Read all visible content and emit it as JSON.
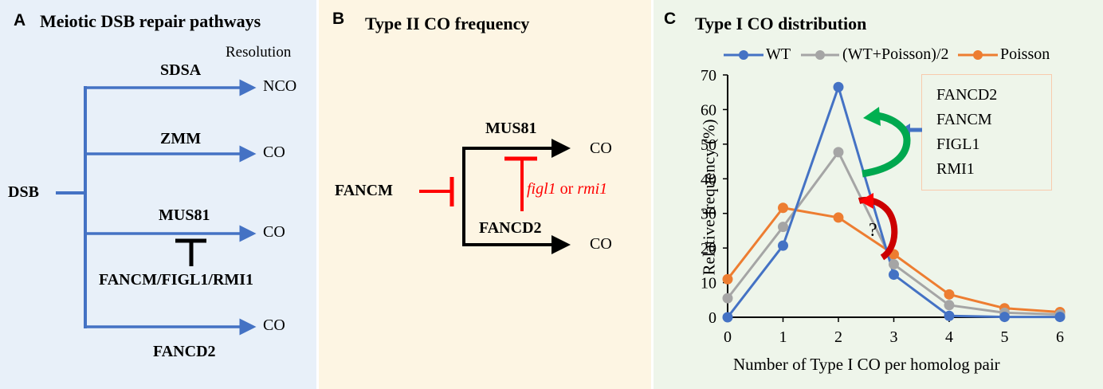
{
  "panel_a": {
    "letter": "A",
    "title": "Meiotic DSB repair pathways",
    "resolution_header": "Resolution",
    "origin": "DSB",
    "pathways": [
      {
        "name": "SDSA",
        "outcome": "NCO"
      },
      {
        "name": "ZMM",
        "outcome": "CO"
      },
      {
        "name": "MUS81",
        "outcome": "CO"
      },
      {
        "name": "FANCD2",
        "outcome": "CO"
      }
    ],
    "inhibitor": "FANCM/FIGL1/RMI1",
    "colors": {
      "arrow": "#4472c4",
      "inhibitor": "#000000"
    }
  },
  "panel_b": {
    "letter": "B",
    "title": "Type II CO frequency",
    "regulator": "FANCM",
    "upper_pathway": "MUS81",
    "lower_pathway": "FANCD2",
    "upper_outcome": "CO",
    "lower_outcome": "CO",
    "mutant_italic_1": "figl1",
    "mutant_connector": " or ",
    "mutant_italic_2": "rmi1",
    "colors": {
      "arrow": "#000000",
      "inhibitor": "#ff0000"
    }
  },
  "panel_c": {
    "letter": "C",
    "title": "Type I CO distribution",
    "factor_box": [
      "FANCD2",
      "FANCM",
      "FIGL1",
      "RMI1"
    ],
    "question_mark": "?",
    "colors": {
      "green_arrow": "#00b050",
      "red_arrow": "#ff0000",
      "box_border": "#f8cbad",
      "pointer": "#4472c4"
    }
  },
  "chart_data": {
    "type": "line",
    "title": "Type I CO distribution",
    "xlabel": "Number of Type I CO per homolog pair",
    "ylabel": "Relative frequency (%)",
    "x": [
      0,
      1,
      2,
      3,
      4,
      5,
      6
    ],
    "xticks": [
      "0",
      "1",
      "2",
      "3",
      "4",
      "5",
      "6"
    ],
    "yticks": [
      "0",
      "10",
      "20",
      "30",
      "40",
      "50",
      "60",
      "70"
    ],
    "ylim": [
      0,
      70
    ],
    "xlim": [
      0,
      6
    ],
    "grid": false,
    "legend_position": "top",
    "series": [
      {
        "name": "WT",
        "color": "#4472c4",
        "values": [
          0,
          20.7,
          66.5,
          12.3,
          0.4,
          0.1,
          0.1
        ]
      },
      {
        "name": "(WT+Poisson)/2",
        "color": "#a5a5a5",
        "values": [
          5.5,
          26.1,
          47.7,
          15.3,
          3.5,
          1.3,
          0.8
        ]
      },
      {
        "name": "Poisson",
        "color": "#ed7d31",
        "values": [
          11.0,
          31.6,
          28.8,
          18.2,
          6.6,
          2.6,
          1.5
        ]
      }
    ]
  }
}
